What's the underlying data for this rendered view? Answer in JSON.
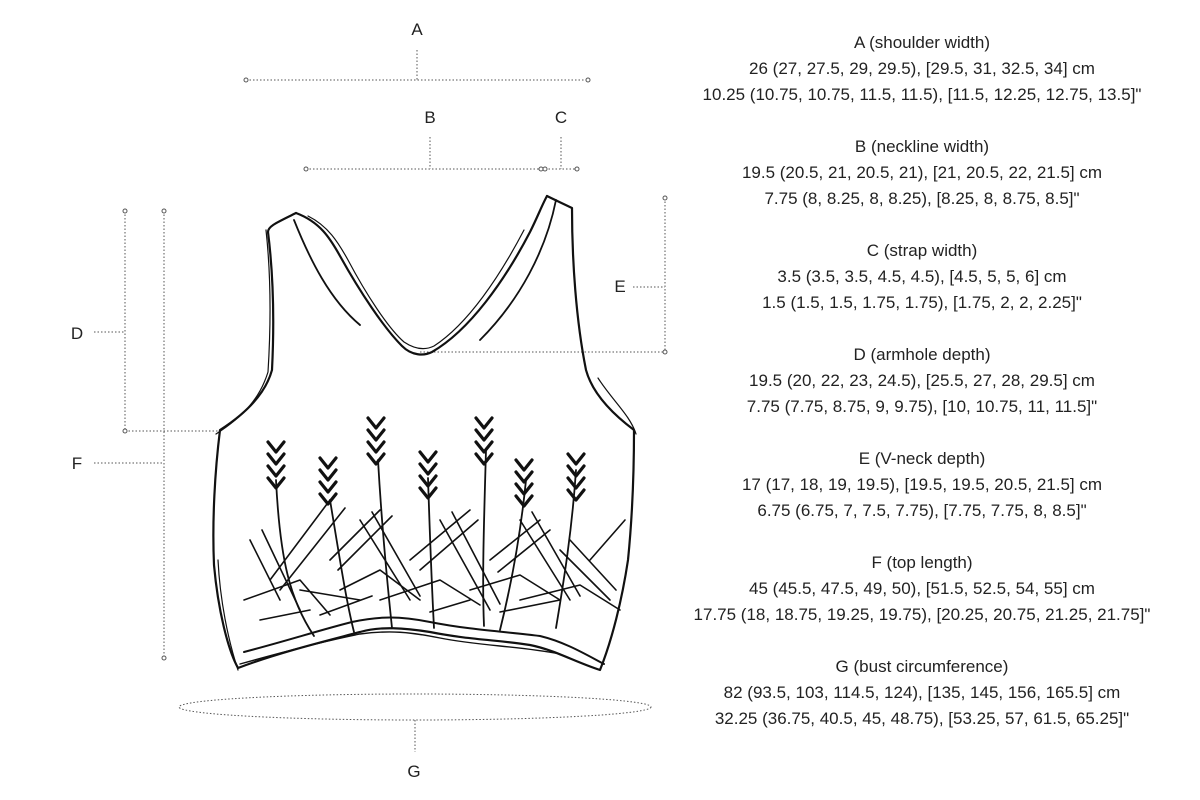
{
  "labels": {
    "A": "A",
    "B": "B",
    "C": "C",
    "D": "D",
    "E": "E",
    "F": "F",
    "G": "G"
  },
  "measurements": [
    {
      "id": "a",
      "heading": "A (shoulder width)",
      "cm": "26 (27, 27.5, 29, 29.5), [29.5, 31, 32.5, 34] cm",
      "inches": "10.25 (10.75, 10.75, 11.5, 11.5), [11.5, 12.25, 12.75, 13.5]\""
    },
    {
      "id": "b",
      "heading": "B (neckline width)",
      "cm": "19.5 (20.5, 21, 20.5, 21), [21, 20.5, 22, 21.5] cm",
      "inches": "7.75 (8, 8.25, 8, 8.25), [8.25, 8, 8.75, 8.5]\""
    },
    {
      "id": "c",
      "heading": "C (strap width)",
      "cm": "3.5 (3.5, 3.5, 4.5, 4.5), [4.5, 5, 5, 6] cm",
      "inches": "1.5 (1.5, 1.5, 1.75, 1.75), [1.75, 2, 2, 2.25]\""
    },
    {
      "id": "d",
      "heading": "D (armhole depth)",
      "cm": "19.5 (20, 22, 23, 24.5), [25.5, 27, 28, 29.5] cm",
      "inches": "7.75 (7.75, 8.75, 9, 9.75), [10, 10.75, 11, 11.5]\""
    },
    {
      "id": "e",
      "heading": "E (V-neck depth)",
      "cm": "17 (17, 18, 19, 19.5), [19.5, 19.5, 20.5, 21.5] cm",
      "inches": "6.75 (6.75, 7, 7.5, 7.75), [7.75, 7.75, 8, 8.5]\""
    },
    {
      "id": "f",
      "heading": "F (top length)",
      "cm": "45 (45.5, 47.5, 49, 50), [51.5, 52.5, 54, 55] cm",
      "inches": "17.75 (18, 18.75, 19.25, 19.75), [20.25, 20.75, 21.25, 21.75]\""
    },
    {
      "id": "g",
      "heading": "G (bust circumference)",
      "cm": "82 (93.5, 103, 114.5, 124), [135, 145, 156, 165.5] cm",
      "inches": "32.25 (36.75, 40.5, 45, 48.75), [53.25, 57, 61.5, 65.25]\""
    }
  ],
  "colors": {
    "ink": "#222222",
    "guide": "#555555"
  }
}
